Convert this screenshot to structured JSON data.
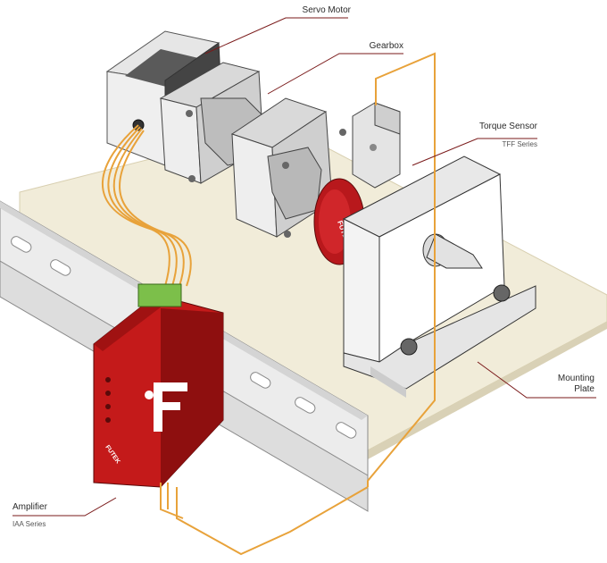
{
  "colors": {
    "leader": "#7a1a1a",
    "signal_wire": "#e8a23a",
    "amp_red": "#c41a1a",
    "sensor_red": "#b8181c",
    "rail": "#e9e9e9",
    "plate": "#f1ecd9",
    "motor_dark": "#4a4a4a",
    "terminal_green": "#7cbf4a"
  },
  "icons": {
    "amplifier_logo": "futek-f-icon",
    "brand_mark": "futek-wordmark"
  },
  "labels": {
    "servo_motor": "Servo Motor",
    "gearbox": "Gearbox",
    "torque_sensor": "Torque Sensor",
    "torque_sensor_series": "TFF Series",
    "mounting_plate_line1": "Mounting",
    "mounting_plate_line2": "Plate",
    "amplifier": "Amplifier",
    "amplifier_series": "IAA Series"
  },
  "device_text": {
    "amplifier_brand": "FUTEK",
    "sensor_brand": "FUTEK"
  }
}
